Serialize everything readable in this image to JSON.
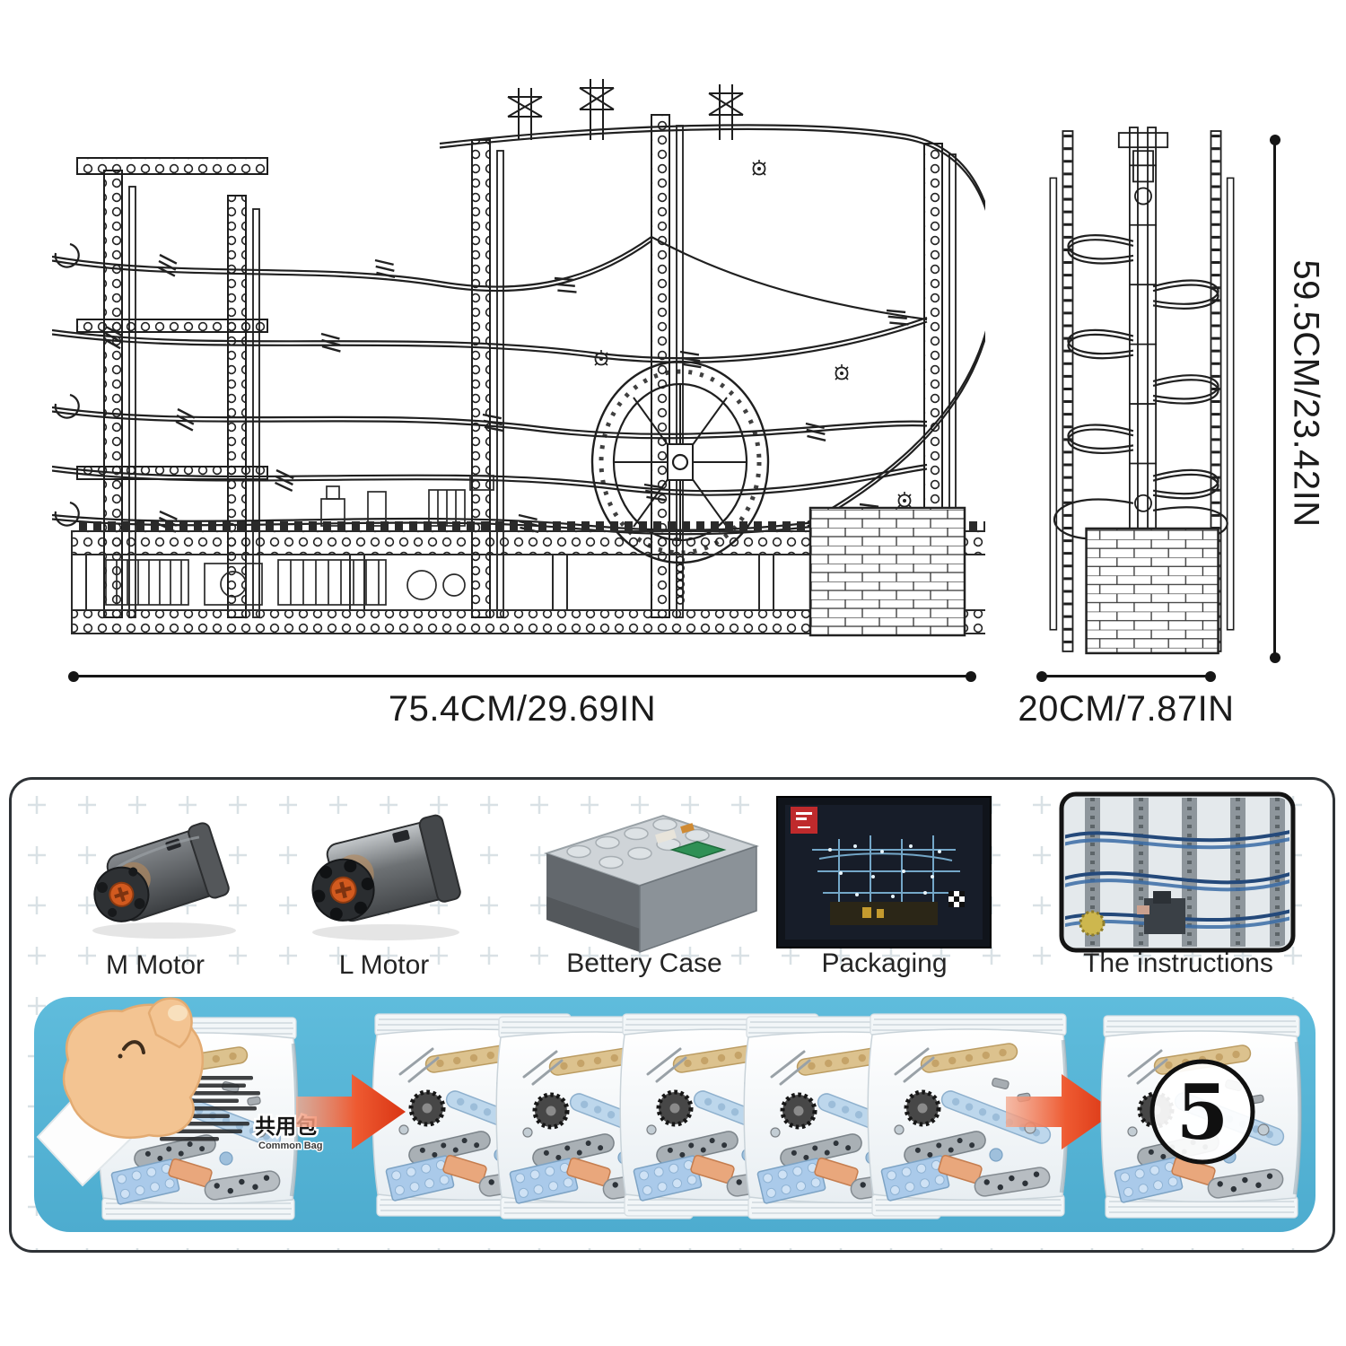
{
  "product_diagram": {
    "front_width_label": "75.4CM/29.69IN",
    "side_width_label": "20CM/7.87IN",
    "height_label": "59.5CM/23.42IN"
  },
  "included_items": [
    {
      "label": "M Motor",
      "icon": "m-motor-photo"
    },
    {
      "label": "L Motor",
      "icon": "l-motor-photo"
    },
    {
      "label": "Bettery Case",
      "icon": "battery-case-photo"
    },
    {
      "label": "Packaging",
      "icon": "packaging-box-photo"
    },
    {
      "label": "The instructions",
      "icon": "instructions-photo"
    }
  ],
  "bag_strip": {
    "common_bag_label_cn": "共用包",
    "common_bag_label_en": "Common Bag",
    "final_bag_number": "5",
    "middle_bag_count": 5
  },
  "colors": {
    "banner_blue": "#55b6d8",
    "arrow_red": "#e04119",
    "line_art_black": "#1e1e1e",
    "panel_border": "#2e3236"
  }
}
